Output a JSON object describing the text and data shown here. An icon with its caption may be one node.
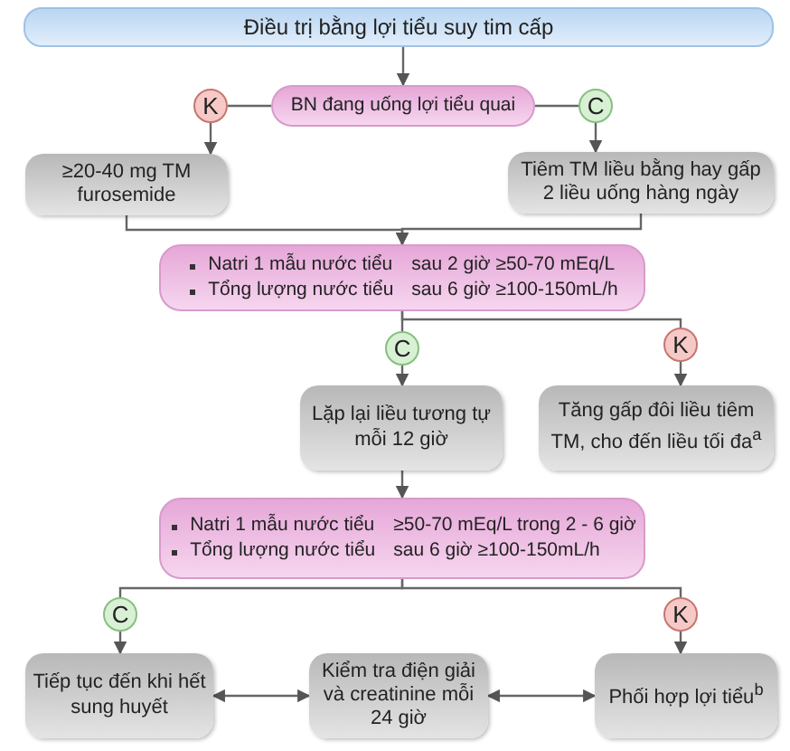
{
  "diagram": {
    "nodes": [
      {
        "text": [
          "Điều trị bằng lợi tiểu suy tim cấp"
        ]
      },
      {
        "text": [
          "BN đang uống lợi tiểu quai"
        ]
      },
      {
        "text": [
          "K"
        ]
      },
      {
        "text": [
          "C"
        ]
      },
      {
        "text": [
          "≥20-40 mg TM furosemide"
        ]
      },
      {
        "text": [
          "Tiêm TM liều bằng hay gấp 2 liều uống hàng ngày"
        ]
      },
      {
        "text": [
          "Natri 1 mẫu nước tiểu",
          "sau 2 giờ ≥50-70 mEq/L",
          "Tổng lượng nước tiểu",
          "sau 6 giờ ≥100-150mL/h"
        ]
      },
      {
        "text": [
          "C"
        ]
      },
      {
        "text": [
          "K"
        ]
      },
      {
        "text": [
          "Lặp lại liều tương tự mỗi 12 giờ"
        ]
      },
      {
        "text": [
          "Tăng gấp đôi liều tiêm TM, cho đến liều tối đa$^{a}$"
        ]
      },
      {
        "text": [
          "Natri 1 mẫu nước tiểu",
          "≥50-70 mEq/L trong 2 - 6 giờ",
          "Tổng lượng nước tiểu",
          "sau 6 giờ ≥100-150mL/h"
        ]
      },
      {
        "text": [
          "C"
        ]
      },
      {
        "text": [
          "K"
        ]
      },
      {
        "text": [
          "Tiếp tục đến khi hết sung huyết"
        ]
      },
      {
        "text": [
          "Kiểm tra điện giải và creatinine mỗi 24 giờ"
        ]
      },
      {
        "text": [
          "Phối hợp lợi tiểu$^{b}$"
        ]
      }
    ],
    "edges": [
      {
        "from": 0,
        "to": 1,
        "arrow": "to"
      },
      {
        "from": 1,
        "to": 2,
        "arrow": "none"
      },
      {
        "from": 2,
        "to": 4,
        "arrow": "to"
      },
      {
        "from": 1,
        "to": 3,
        "arrow": "none"
      },
      {
        "from": 3,
        "to": 5,
        "arrow": "to"
      },
      {
        "from": 4,
        "to": 6,
        "arrow": "to"
      },
      {
        "from": 5,
        "to": 6,
        "arrow": "to"
      },
      {
        "from": 6,
        "to": 7,
        "arrow": "none"
      },
      {
        "from": 7,
        "to": 9,
        "arrow": "to"
      },
      {
        "from": 6,
        "to": 8,
        "arrow": "none"
      },
      {
        "from": 8,
        "to": 10,
        "arrow": "to"
      },
      {
        "from": 9,
        "to": 11,
        "arrow": "to"
      },
      {
        "from": 11,
        "to": 12,
        "arrow": "none"
      },
      {
        "from": 12,
        "to": 14,
        "arrow": "to"
      },
      {
        "from": 11,
        "to": 13,
        "arrow": "none"
      },
      {
        "from": 13,
        "to": 16,
        "arrow": "to"
      },
      {
        "from": 14,
        "to": 15,
        "arrow": "both"
      },
      {
        "from": 15,
        "to": 16,
        "arrow": "both"
      }
    ]
  }
}
